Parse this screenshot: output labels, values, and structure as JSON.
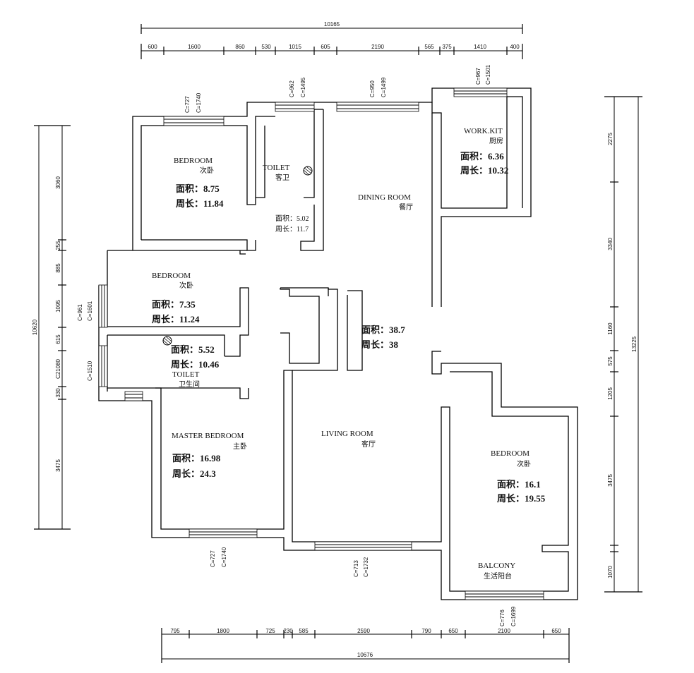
{
  "dimensions": {
    "top_total": "10165",
    "top_segments": [
      "600",
      "1600",
      "860",
      "530",
      "1015",
      "605",
      "2190",
      "565",
      "375",
      "1410",
      "400"
    ],
    "bottom_total": "10676",
    "bottom_segments": [
      "795",
      "1800",
      "725",
      "230",
      "585",
      "2590",
      "790",
      "650",
      "2100",
      "650"
    ],
    "left_total": "10620",
    "left_segments": [
      "3060",
      "255",
      "885",
      "1095",
      "615",
      "C21080",
      "330",
      "3475"
    ],
    "right_total": "13225",
    "right_segments": [
      "2275",
      "3340",
      "1160",
      "575",
      "1205",
      "3475",
      "",
      "1070"
    ]
  },
  "windows": [
    {
      "sill": "C=727",
      "height": "C=1740"
    },
    {
      "sill": "C=962",
      "height": "C=1495"
    },
    {
      "sill": "C=950",
      "height": "C=1499"
    },
    {
      "sill": "C=967",
      "height": "C=1501"
    },
    {
      "sill": "C=961",
      "height": "C=1601"
    },
    {
      "sill": "C=",
      "height": "C=1510"
    },
    {
      "sill": "C=727",
      "height": "C=1740"
    },
    {
      "sill": "C=713",
      "height": "C=1732"
    },
    {
      "sill": "C=776",
      "height": "C=1699"
    }
  ],
  "rooms": {
    "bedroom_nw": {
      "name_en": "BEDROOM",
      "name_cn": "次卧",
      "area": "面积：8.75",
      "perimeter": "周长：11.84"
    },
    "toilet_n": {
      "name_en": "TOILET",
      "name_cn": "客卫",
      "area": "面积：5.02",
      "perimeter": "周长：11.7"
    },
    "dining": {
      "name_en": "DINING ROOM",
      "name_cn": "餐厅"
    },
    "kitchen": {
      "name_en": "WORK.KIT",
      "name_cn": "厨房",
      "area": "面积：6.36",
      "perimeter": "周长：10.32"
    },
    "bedroom_w": {
      "name_en": "BEDROOM",
      "name_cn": "次卧",
      "area": "面积：7.35",
      "perimeter": "周长：11.24"
    },
    "living_stats": {
      "area": "面积：38.7",
      "perimeter": "周长：38"
    },
    "toilet_w": {
      "name_en": "TOILET",
      "name_cn": "卫生间",
      "area": "面积：5.52",
      "perimeter": "周长：10.46"
    },
    "master": {
      "name_en": "MASTER BEDROOM",
      "name_cn": "主卧",
      "area": "面积：16.98",
      "perimeter": "周长：24.3"
    },
    "living": {
      "name_en": "LIVING ROOM",
      "name_cn": "客厅"
    },
    "bedroom_se": {
      "name_en": "BEDROOM",
      "name_cn": "次卧",
      "area": "面积：16.1",
      "perimeter": "周长：19.55"
    },
    "balcony": {
      "name_en": "BALCONY",
      "name_cn": "生活阳台"
    }
  },
  "icons": [
    "floor-drain-icon"
  ]
}
